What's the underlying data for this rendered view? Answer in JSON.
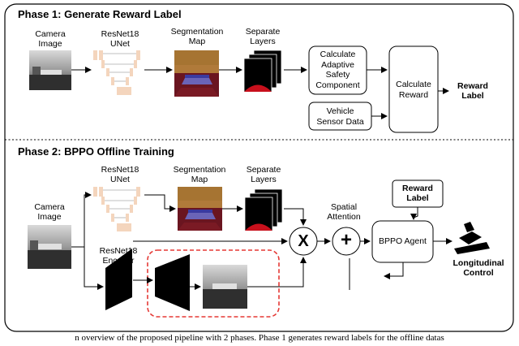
{
  "phase1": {
    "title": "Phase 1: Generate Reward Label",
    "camera_label": [
      "Camera",
      "Image"
    ],
    "resnet_label": [
      "ResNet18",
      "UNet"
    ],
    "segmap_label": [
      "Segmentation",
      "Map"
    ],
    "layers_label": [
      "Separate",
      "Layers"
    ],
    "safety_box": [
      "Calculate",
      "Adaptive",
      "Safety",
      "Component"
    ],
    "sensor_box": [
      "Vehicle",
      "Sensor Data"
    ],
    "reward_box": [
      "Calculate",
      "Reward"
    ],
    "output_label": [
      "Reward",
      "Label"
    ]
  },
  "phase2": {
    "title": "Phase 2: BPPO Offline Training",
    "camera_label": [
      "Camera",
      "Image"
    ],
    "resnet_label": [
      "ResNet18",
      "UNet"
    ],
    "segmap_label": [
      "Segmentation",
      "Map"
    ],
    "layers_label": [
      "Separate",
      "Layers"
    ],
    "encoder_label": [
      "ResNet18",
      "Encoder"
    ],
    "attention_label": [
      "Spatial",
      "Attention"
    ],
    "multiply_symbol": "X",
    "add_symbol": "+",
    "agent_box": "BPPO Agent",
    "reward_input": [
      "Reward",
      "Label"
    ],
    "output_label": [
      "Longitudinal",
      "Control"
    ]
  },
  "caption": "n overview of the proposed pipeline with 2 phases. Phase 1 generates reward labels for the offline datas",
  "colors": {
    "dashed_red": "#e53935",
    "unet_block": "#f4d5bd",
    "dark_road": "#5a1016",
    "sky": "#b07a3a"
  }
}
